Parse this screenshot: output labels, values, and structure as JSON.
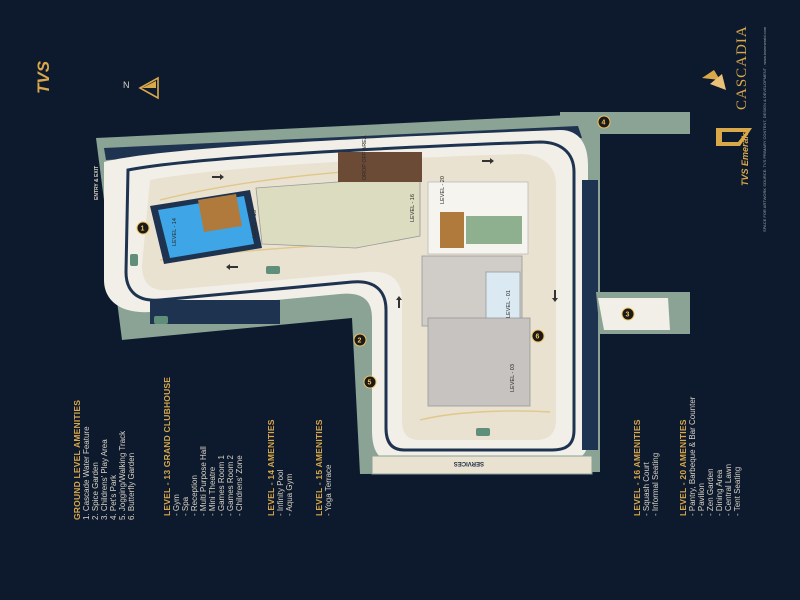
{
  "brand": {
    "tvs_logo": "TVS",
    "cascadia": "CASCADIA",
    "emerald": "TVS Emerald",
    "fine_print": "SPACE FOR ARTWORK SOURCE: TVS PRIMARY CONTENT, DESIGN & DEVELOPMENT . www.tvsemerald.com"
  },
  "compass": {
    "label": "N"
  },
  "map": {
    "entry_exit": "ENTRY & EXIT",
    "drop_off": "DROP OFF AREA",
    "services": "SERVICES",
    "levels": {
      "level_14": "LEVEL - 14",
      "level_15": "LEVEL - 15",
      "level_16": "LEVEL - 16",
      "level_20": "LEVEL - 20",
      "level_01": "LEVEL - 01",
      "level_03": "LEVEL - 03"
    },
    "markers": [
      "1",
      "2",
      "3",
      "4",
      "5",
      "6"
    ]
  },
  "legend": {
    "ground": {
      "heading": "GROUND LEVEL AMENITIES",
      "items": [
        "1. Cascade Water Feature",
        "2. Spice Garden",
        "3. Childrens' Play Area",
        "4. Pet's Park",
        "5. Jogging/Walking Track",
        "6. Butterfly Garden"
      ]
    },
    "level13": {
      "heading": "LEVEL - 13 GRAND CLUBHOUSE",
      "items": [
        "- Gym",
        "- Spa",
        "- Reception",
        "- Multi Purpose Hall",
        "- Mini Theatre",
        "- Games Room 1",
        "- Games Room 2",
        "- Childrens' Zone"
      ]
    },
    "level14": {
      "heading": "LEVEL - 14 AMENITIES",
      "items": [
        "- Infinity Pool",
        "- Aqua Gym"
      ]
    },
    "level15": {
      "heading": "LEVEL - 15 AMENITIES",
      "items": [
        "- Yoga Terrace"
      ]
    },
    "level16": {
      "heading": "LEVEL - 16 AMENITIES",
      "items": [
        "- Squash Court",
        "- Informal Seating"
      ]
    },
    "level20": {
      "heading": "LEVEL - 20 AMENITIES",
      "items": [
        "- Pantry, Barbeque & Bar Counter",
        "- Pavilion",
        "- Zen Garden",
        "- Dining Area",
        "- Central Lawn",
        "- Tent Seating"
      ]
    }
  },
  "colors": {
    "background": "#0d1a2e",
    "gold": "#d9a84a",
    "border_green": "#8aa395",
    "road": "#f1efe8",
    "pool": "#3ea6e6"
  }
}
